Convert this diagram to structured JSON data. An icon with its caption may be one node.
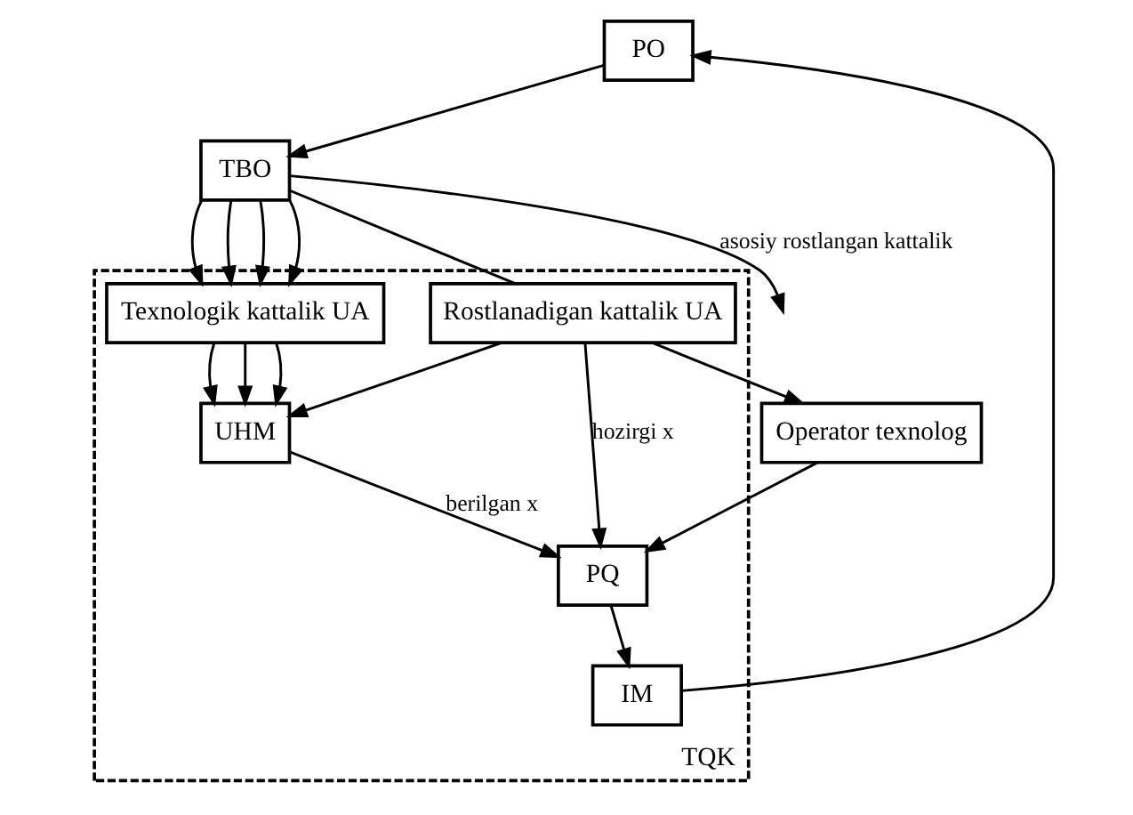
{
  "diagram": {
    "nodes": [
      {
        "text": [
          "TBO"
        ]
      },
      {
        "text": [
          "PO"
        ]
      },
      {
        "text": [
          "TQK"
        ]
      },
      {
        "text": [
          "Texnologik kattalik UA"
        ],
        "in": 2
      },
      {
        "text": [
          "Rostlanadigan kattalik UA"
        ],
        "in": 2
      },
      {
        "text": [
          "IM"
        ],
        "in": 2
      },
      {
        "text": [
          "UHM"
        ],
        "in": 2
      },
      {
        "text": [
          "PQ"
        ],
        "in": 2
      },
      {
        "text": [
          "Operator texnolog"
        ]
      }
    ],
    "edges": [
      {
        "from": 1,
        "to": 0,
        "arrow": "to"
      },
      {
        "from": 0,
        "to": null,
        "arrow": "to",
        "label": "asosiy rostlangan kattalik"
      },
      {
        "from": 0,
        "to": 3,
        "arrow": "to"
      },
      {
        "from": 0,
        "to": 3,
        "arrow": "to"
      },
      {
        "from": 0,
        "to": 3,
        "arrow": "to"
      },
      {
        "from": 0,
        "to": 3,
        "arrow": "to"
      },
      {
        "from": 0,
        "to": 4,
        "arrow": "none"
      },
      {
        "from": 3,
        "to": 6,
        "arrow": "to"
      },
      {
        "from": 3,
        "to": 6,
        "arrow": "to"
      },
      {
        "from": 3,
        "to": 6,
        "arrow": "to"
      },
      {
        "from": 4,
        "to": 6,
        "arrow": "to"
      },
      {
        "from": 6,
        "to": 7,
        "arrow": "to",
        "label": "berilgan x"
      },
      {
        "from": 4,
        "to": 7,
        "arrow": "to",
        "label": "hozirgi x"
      },
      {
        "from": 4,
        "to": 8,
        "arrow": "to"
      },
      {
        "from": 8,
        "to": 7,
        "arrow": "to"
      },
      {
        "from": 7,
        "to": 5,
        "arrow": "to"
      },
      {
        "from": 5,
        "to": 1,
        "arrow": "to"
      }
    ]
  }
}
